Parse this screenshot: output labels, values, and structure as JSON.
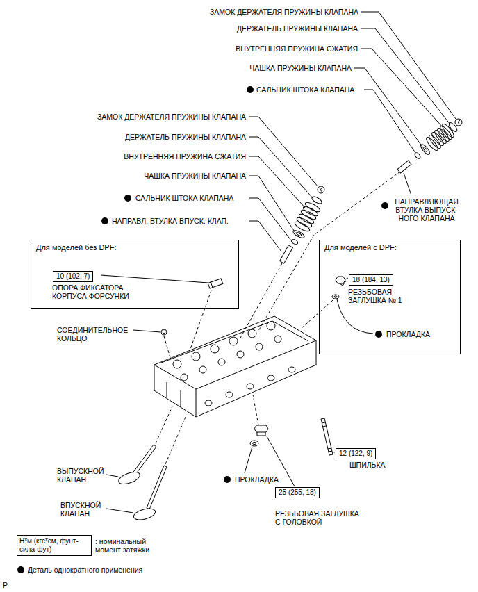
{
  "diagram": {
    "nodes": [
      {
        "text": [
          "Для моделей без DPF:"
        ]
      },
      {
        "text": [
          "10 (102, 7)"
        ],
        "in": 0
      },
      {
        "text": [
          "Для моделей с DPF:"
        ]
      },
      {
        "text": [
          "18 (184, 13)"
        ],
        "in": 2
      },
      {
        "text": [
          "12 (122, 9)"
        ]
      },
      {
        "text": [
          "25 (255, 18)"
        ]
      },
      {
        "text": [
          "Н*м (кгс*см, фунт- сила-фут)"
        ]
      }
    ],
    "labels": [
      "ЗАМОК ДЕРЖАТЕЛЯ ПРУЖИНЫ КЛАПАНА",
      "ДЕРЖАТЕЛЬ ПРУЖИНЫ КЛАПАНА",
      "ВНУТРЕННЯЯ ПРУЖИНА СЖАТИЯ",
      "ЧАШКА ПРУЖИНЫ КЛАПАНА",
      "САЛЬНИК ШТОКА КЛАПАНА",
      "ЗАМОК ДЕРЖАТЕЛЯ ПРУЖИНЫ КЛАПАНА",
      "ДЕРЖАТЕЛЬ ПРУЖИНЫ КЛАПАНА",
      "ВНУТРЕННЯЯ ПРУЖИНА СЖАТИЯ",
      "ЧАШКА ПРУЖИНЫ КЛАПАНА",
      "САЛЬНИК ШТОКА КЛАПАНА",
      "НАПРАВЛЯЮЩАЯ ВТУЛКА ВЫПУСК- НОГО КЛАПАНА",
      "НАПРАВЛ. ВТУЛКА ВПУСК. КЛАП.",
      "ОПОРА ФИКСАТОРА КОРПУСА ФОРСУНКИ",
      "РЕЗЬБОВАЯ ЗАГЛУШКА № 1",
      "ПРОКЛАДКА",
      "СОЕДИНИТЕЛЬНОЕ КОЛЬЦО",
      "ШПИЛЬКА",
      "ВЫПУСКНОЙ КЛАПАН",
      "ПРОКЛАДКА",
      "ВПУСКНОЙ КЛАПАН",
      "РЕЗЬБОВАЯ ЗАГЛУШКА С ГОЛОВКОЙ",
      "P"
    ],
    "legend": [
      {
        "text": ": номинальный момент затяжки"
      },
      {
        "text": "Деталь однократного применения"
      }
    ]
  }
}
